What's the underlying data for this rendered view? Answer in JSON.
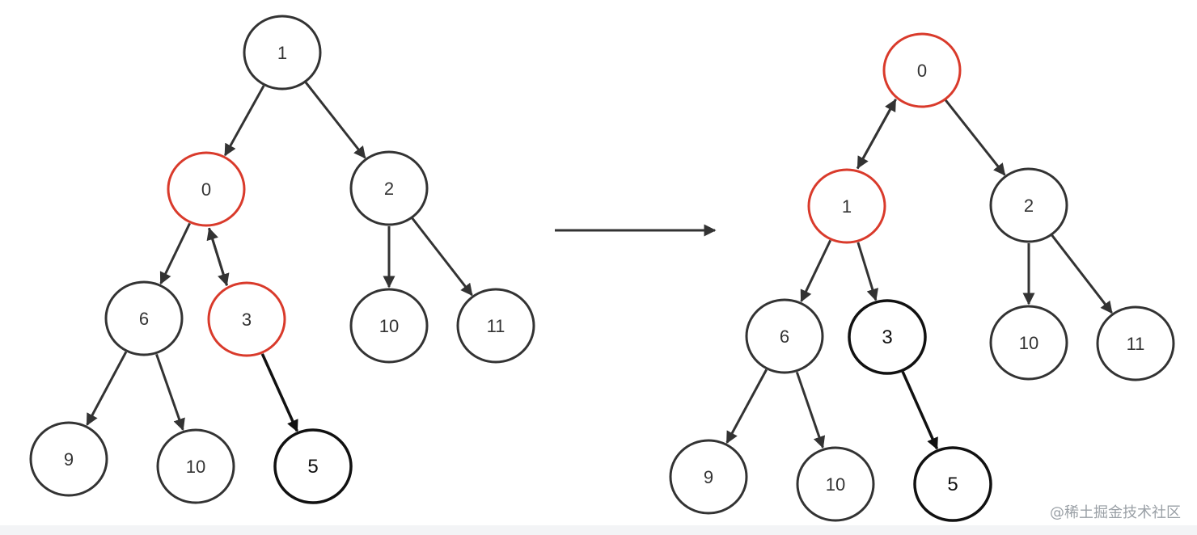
{
  "colors": {
    "node_stroke": "#333333",
    "node_stroke_bold": "#111111",
    "highlight": "#d93a2b",
    "edge": "#333333",
    "label": "#333333",
    "background": "#ffffff"
  },
  "before_tree": {
    "nodes": [
      {
        "id": "L1",
        "label": "1"
      },
      {
        "id": "L0",
        "label": "0",
        "highlight": true
      },
      {
        "id": "L2",
        "label": "2"
      },
      {
        "id": "L6",
        "label": "6"
      },
      {
        "id": "L3",
        "label": "3",
        "highlight": true
      },
      {
        "id": "L10a",
        "label": "10"
      },
      {
        "id": "L11",
        "label": "11"
      },
      {
        "id": "L9",
        "label": "9"
      },
      {
        "id": "L10b",
        "label": "10"
      },
      {
        "id": "L5",
        "label": "5",
        "bold": true
      }
    ],
    "edges": [
      {
        "from": "L1",
        "to": "L0"
      },
      {
        "from": "L1",
        "to": "L2"
      },
      {
        "from": "L0",
        "to": "L6"
      },
      {
        "from": "L0",
        "to": "L3",
        "pair": 1
      },
      {
        "from": "L3",
        "to": "L0",
        "pair": -1
      },
      {
        "from": "L2",
        "to": "L10a"
      },
      {
        "from": "L2",
        "to": "L11"
      },
      {
        "from": "L6",
        "to": "L9"
      },
      {
        "from": "L6",
        "to": "L10b"
      },
      {
        "from": "L3",
        "to": "L5",
        "bold": true
      }
    ]
  },
  "after_tree": {
    "nodes": [
      {
        "id": "R0",
        "label": "0",
        "highlight": true
      },
      {
        "id": "R1",
        "label": "1",
        "highlight": true
      },
      {
        "id": "R2",
        "label": "2"
      },
      {
        "id": "R6",
        "label": "6"
      },
      {
        "id": "R3",
        "label": "3",
        "bold": true
      },
      {
        "id": "R10a",
        "label": "10"
      },
      {
        "id": "R11",
        "label": "11"
      },
      {
        "id": "R9",
        "label": "9"
      },
      {
        "id": "R10b",
        "label": "10"
      },
      {
        "id": "R5",
        "label": "5",
        "bold": true
      }
    ],
    "edges": [
      {
        "from": "R0",
        "to": "R1",
        "pair": 1
      },
      {
        "from": "R1",
        "to": "R0",
        "pair": -1
      },
      {
        "from": "R0",
        "to": "R2"
      },
      {
        "from": "R1",
        "to": "R6"
      },
      {
        "from": "R1",
        "to": "R3"
      },
      {
        "from": "R2",
        "to": "R10a"
      },
      {
        "from": "R2",
        "to": "R11"
      },
      {
        "from": "R6",
        "to": "R9"
      },
      {
        "from": "R6",
        "to": "R10b"
      },
      {
        "from": "R3",
        "to": "R5",
        "bold": true
      }
    ]
  },
  "watermark": "@稀土掘金技术社区"
}
